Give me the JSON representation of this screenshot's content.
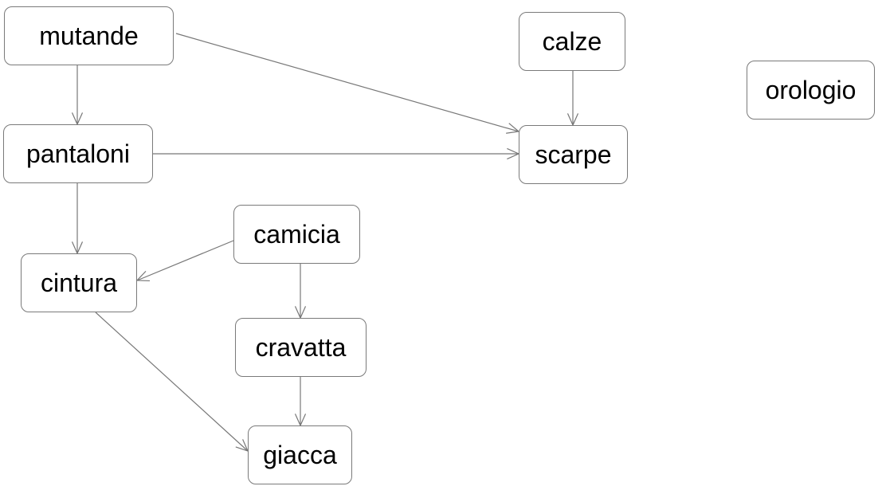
{
  "diagram": {
    "nodes": [
      {
        "id": "mutande",
        "label": "mutande"
      },
      {
        "id": "calze",
        "label": "calze"
      },
      {
        "id": "orologio",
        "label": "orologio"
      },
      {
        "id": "pantaloni",
        "label": "pantaloni"
      },
      {
        "id": "scarpe",
        "label": "scarpe"
      },
      {
        "id": "camicia",
        "label": "camicia"
      },
      {
        "id": "cintura",
        "label": "cintura"
      },
      {
        "id": "cravatta",
        "label": "cravatta"
      },
      {
        "id": "giacca",
        "label": "giacca"
      }
    ],
    "edges": [
      {
        "from": "mutande",
        "to": "pantaloni"
      },
      {
        "from": "mutande",
        "to": "scarpe"
      },
      {
        "from": "calze",
        "to": "scarpe"
      },
      {
        "from": "pantaloni",
        "to": "scarpe"
      },
      {
        "from": "pantaloni",
        "to": "cintura"
      },
      {
        "from": "camicia",
        "to": "cintura"
      },
      {
        "from": "camicia",
        "to": "cravatta"
      },
      {
        "from": "cintura",
        "to": "giacca"
      },
      {
        "from": "cravatta",
        "to": "giacca"
      }
    ],
    "colors": {
      "edge": "#777777",
      "node_border": "#7a7a7a",
      "text": "#000000",
      "background": "#ffffff"
    }
  }
}
